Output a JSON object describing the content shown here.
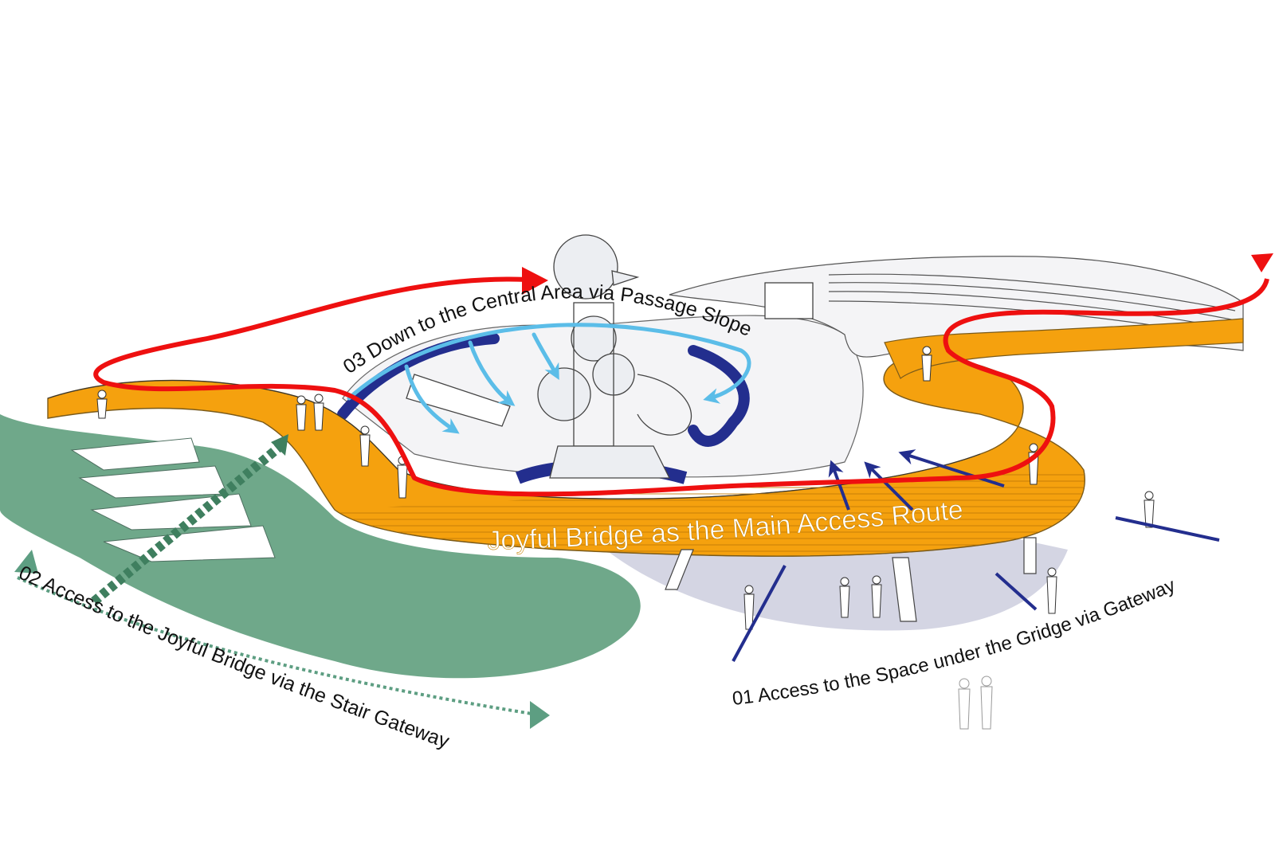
{
  "labels": {
    "route_01": "01 Access to the Space under the Gridge via Gateway",
    "route_02": "02 Access to the Joyful Bridge via the Stair Gateway",
    "route_03": "03 Down to the Central Area via Passage Slope",
    "main_route": "Joyful Bridge as the Main Access Route"
  },
  "colors": {
    "bridge": "#f5a10e",
    "bridge_edge": "#7a5a1a",
    "green_area": "#6fa88a",
    "green_arrow": "#5d9e82",
    "red_route": "#ee1010",
    "light_blue_route": "#5bbde8",
    "dark_blue": "#232e8e",
    "shadow": "#c9cbdc",
    "line": "#333333"
  },
  "icons": {
    "people": "person-silhouette-icon",
    "arrow": "arrow-head-icon"
  }
}
